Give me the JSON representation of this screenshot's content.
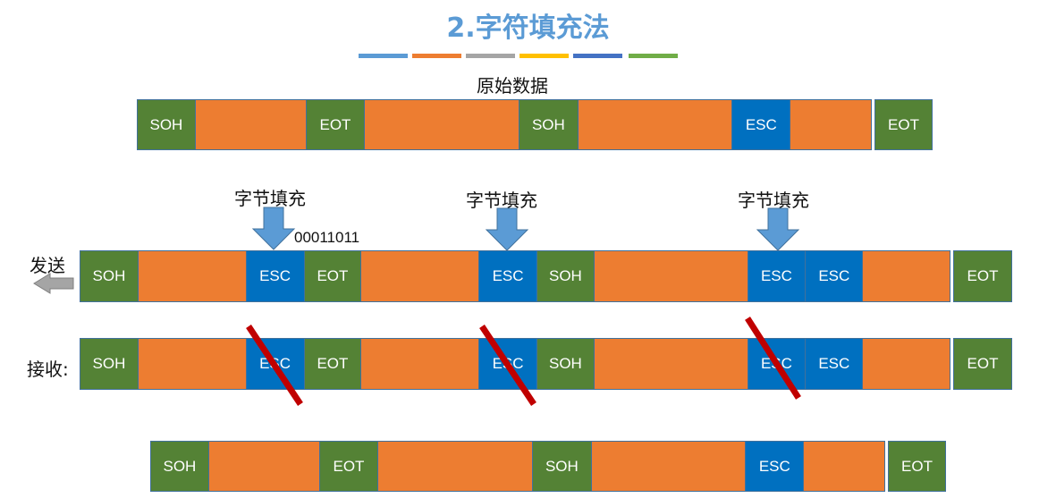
{
  "title": "2.字符填充法",
  "stripe_colors": [
    "#5b9bd5",
    "#ed7d31",
    "#a5a5a5",
    "#ffc000",
    "#4472c4",
    "#70ad47"
  ],
  "original_label": "原始数据",
  "stuff_label": "字节填充",
  "esc_code": "00011011",
  "send_label": "发送",
  "recv_label": "接收:",
  "colors": {
    "control_green": "#548235",
    "esc_blue": "#0070c0",
    "data_orange": "#ed7d31",
    "strike_red": "#c00000"
  },
  "rows": {
    "original": {
      "cells": [
        "SOH",
        "",
        "EOT",
        "",
        "SOH",
        "",
        "ESC",
        ""
      ],
      "trailer": "EOT"
    },
    "sent": {
      "cells": [
        "SOH",
        "",
        "ESC",
        "EOT",
        "",
        "ESC",
        "SOH",
        "",
        "ESC",
        "ESC",
        ""
      ],
      "trailer": "EOT"
    },
    "received": {
      "cells": [
        "SOH",
        "",
        "ESC",
        "EOT",
        "",
        "ESC",
        "SOH",
        "",
        "ESC",
        "ESC",
        ""
      ],
      "trailer": "EOT"
    },
    "result": {
      "cells": [
        "SOH",
        "",
        "EOT",
        "",
        "SOH",
        "",
        "ESC",
        ""
      ],
      "trailer": "EOT"
    }
  }
}
